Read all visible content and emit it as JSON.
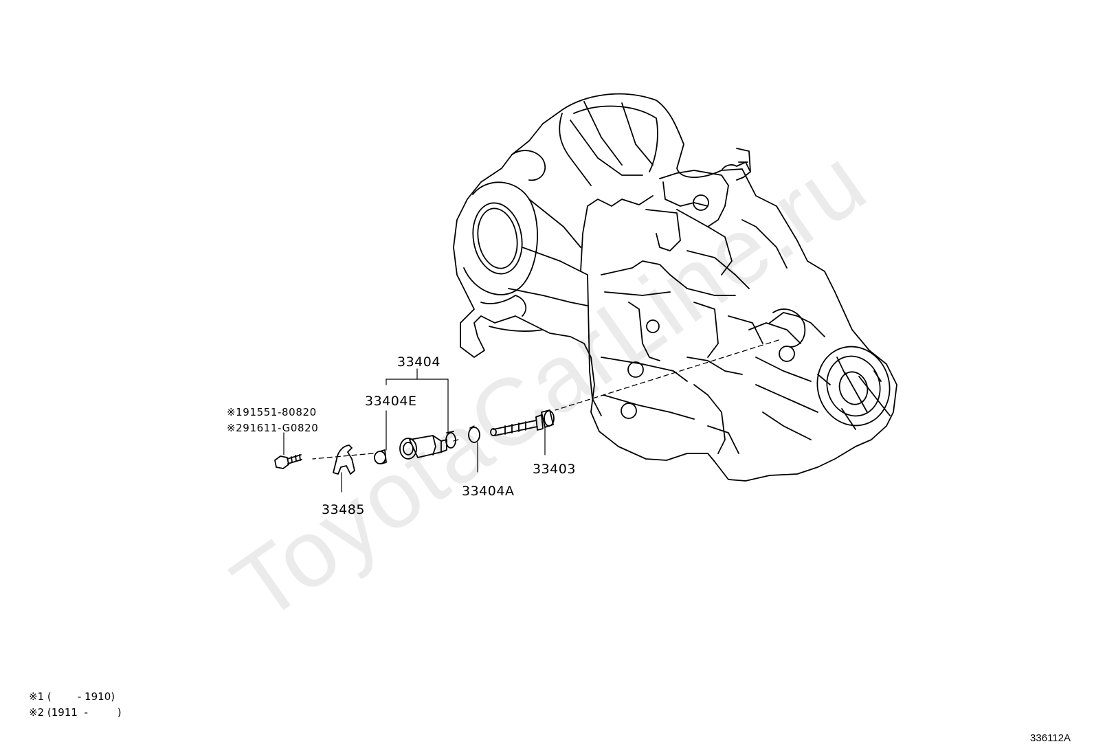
{
  "watermark": "ToyotaCarLine.ru",
  "callouts": {
    "p33404": "33404",
    "p33404E": "33404E",
    "p33403": "33403",
    "p33404A": "33404A",
    "p33485": "33485"
  },
  "bolt_codes": {
    "code1": "※191551-80820",
    "code2": "※291611-G0820"
  },
  "legend": {
    "row1": "※1 (        - 1910)",
    "row2": "※2 (1911  -         )"
  },
  "illustration_id": "336112A",
  "line_color": "#000000"
}
